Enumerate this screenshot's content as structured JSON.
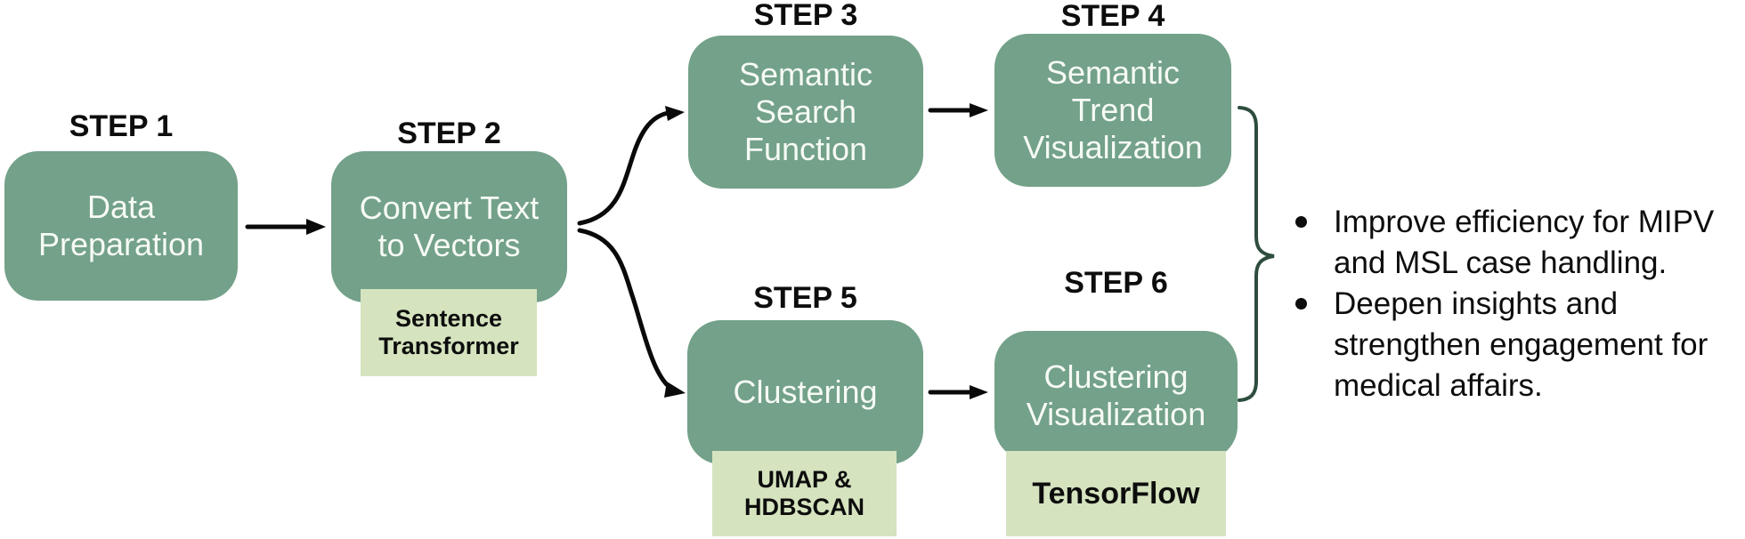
{
  "colors": {
    "background": "#ffffff",
    "box-green": "#73a189",
    "tool-green": "#d5e4bf",
    "box-text": "#f6faf5",
    "label-text": "#0d0d0d",
    "arrow": "#0a0a0a",
    "brace": "#2e4d3e"
  },
  "steps": [
    {
      "label": "STEP 1",
      "box_lines": [
        "Data",
        "Preparation"
      ]
    },
    {
      "label": "STEP 2",
      "box_lines": [
        "Convert Text",
        "to Vectors"
      ],
      "tool_lines": [
        "Sentence",
        "Transformer"
      ]
    },
    {
      "label": "STEP 3",
      "box_lines": [
        "Semantic",
        "Search",
        "Function"
      ]
    },
    {
      "label": "STEP 4",
      "box_lines": [
        "Semantic",
        "Trend",
        "Visualization"
      ]
    },
    {
      "label": "STEP 5",
      "box_lines": [
        "Clustering"
      ],
      "tool_lines": [
        "UMAP &",
        "HDBSCAN"
      ]
    },
    {
      "label": "STEP 6",
      "box_lines": [
        "Clustering",
        "Visualization"
      ],
      "tool_lines": [
        "TensorFlow"
      ]
    }
  ],
  "outcomes": {
    "bullets": [
      {
        "lines": [
          "Improve efficiency for MIPV",
          "and MSL case handling."
        ]
      },
      {
        "lines": [
          "Deepen insights and",
          "strengthen engagement for",
          "medical affairs."
        ]
      }
    ]
  }
}
